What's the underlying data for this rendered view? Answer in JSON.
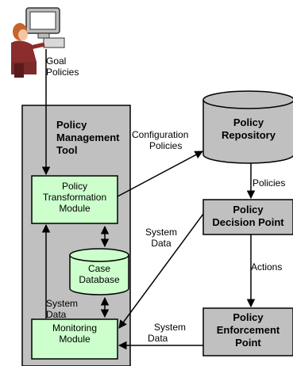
{
  "goal_label": [
    "Goal",
    "Policies"
  ],
  "tool_title": [
    "Policy",
    "Management",
    "Tool"
  ],
  "transformation_module": [
    "Policy",
    "Transformation",
    "Module"
  ],
  "case_database": [
    "Case",
    "Database"
  ],
  "monitoring_module": [
    "Monitoring",
    "Module"
  ],
  "policy_repository": [
    "Policy",
    "Repository"
  ],
  "config_label": [
    "Configuration",
    "Policies"
  ],
  "policies_label": "Policies",
  "decision_point": [
    "Policy",
    "Decision Point"
  ],
  "system_data_left": [
    "System",
    "Data"
  ],
  "system_data_center": [
    "System",
    "Data"
  ],
  "system_data_bottom": [
    "System",
    "Data"
  ],
  "actions_label": "Actions",
  "enforcement_point": [
    "Policy",
    "Enforcement",
    "Point"
  ],
  "colors": {
    "tool_fill": "#c0c0c0",
    "module_fill": "#ccffcc",
    "box_fill": "#c0c0c0",
    "line": "#000000"
  }
}
